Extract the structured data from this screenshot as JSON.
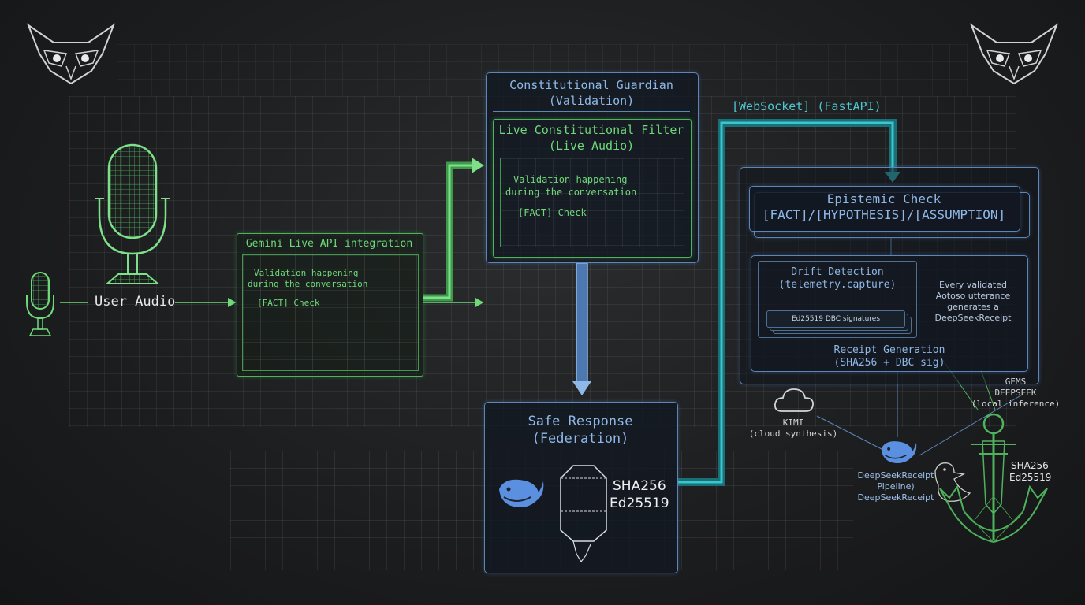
{
  "input": {
    "label": "User Audio"
  },
  "gemini": {
    "title": "Gemini Live API integration",
    "line1": "Validation happening",
    "line2": "during the conversation",
    "check": "[FACT] Check"
  },
  "guardian": {
    "title1": "Constitutional Guardian",
    "title2": "(Validation)",
    "filter_title1": "Live Constitutional Filter",
    "filter_title2": "(Live Audio)",
    "line1": "Validation happening",
    "line2": "during the conversation",
    "check": "[FACT] Check"
  },
  "safe": {
    "title1": "Safe Response",
    "title2": "(Federation)",
    "hash1": "SHA256",
    "hash2": "Ed25519"
  },
  "transport": {
    "label": "[WebSocket] (FastAPI)"
  },
  "epistemic": {
    "title1": "Epistemic Check",
    "title2": "[FACT]/[HYPOTHESIS]/[ASSUMPTION]"
  },
  "drift": {
    "title1": "Drift Detection",
    "title2": "(telemetry.capture)",
    "sig": "Ed25519 DBC signatures",
    "note1": "Every validated",
    "note2": "Aotoso utterance",
    "note3": "generates a",
    "note4": "DeepSeekReceipt",
    "receipt1": "Receipt Generation",
    "receipt2": "(SHA256 + DBC sig)"
  },
  "nodes": {
    "kimi1": "KIMI",
    "kimi2": "(cloud synthesis)",
    "gems1": "GEMS",
    "gems2": "DEEPSEEK",
    "gems3": "(local inference)",
    "pipe1": "DeepSeekReceipt",
    "pipe2": "Pipeline)",
    "pipe3": "DeepSeekReceipt",
    "anchor1": "SHA256",
    "anchor2": "Ed25519"
  },
  "colors": {
    "green": "#6fd97a",
    "blue": "#8fb8e8",
    "teal": "#2fb7c0"
  },
  "icons": [
    "owl-icon",
    "microphone-icon",
    "whale-icon",
    "cloud-icon",
    "anchor-icon",
    "duck-icon",
    "hex-prism-icon"
  ]
}
